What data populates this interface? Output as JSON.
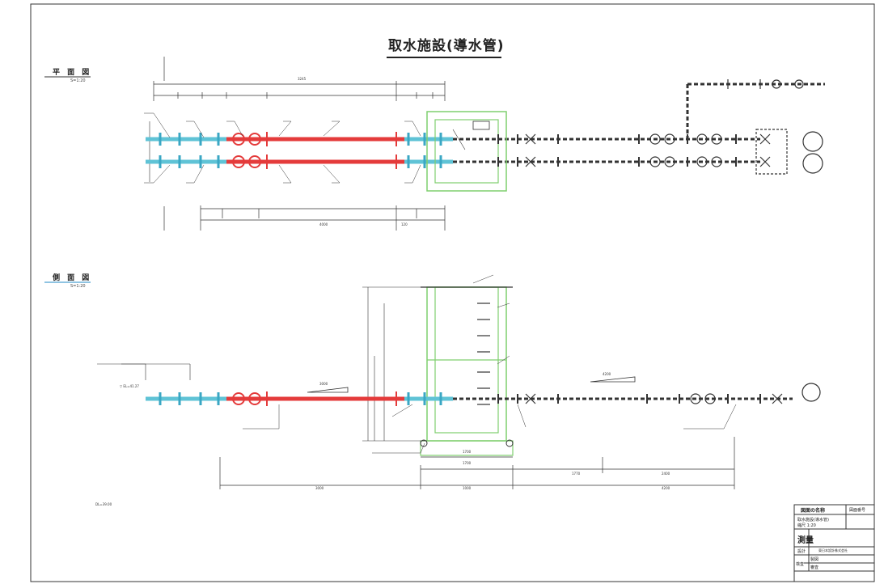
{
  "drawing": {
    "title": "取水施設(導水管)",
    "plan_view": {
      "label": "平 面 図",
      "scale": "S=1:20"
    },
    "side_view": {
      "label": "側 面 図",
      "scale": "S=1:20"
    },
    "dl_label": "DL=39.00",
    "elevation_label": "▽ EL=41.27",
    "dimensions": {
      "plan_top_total": "3245",
      "plan_bottom_total": "4000",
      "plan_bottom_right": "120",
      "side_bottom": [
        "3000",
        "1000",
        "4200"
      ],
      "side_upper": [
        "1700",
        "1700",
        "1770",
        "2400"
      ],
      "slope_left": "3000",
      "slope_right": "4200"
    }
  },
  "title_block": {
    "header": "図面の名称",
    "drawing_no_label": "図面番号",
    "drawing_name": "取水施設(導水管)",
    "scale": "縮尺 1:20",
    "survey": "測量",
    "design": "設計",
    "company": "東日本設計株式会社",
    "inspection": "検査",
    "manufacture": "製図",
    "check": "審査"
  }
}
